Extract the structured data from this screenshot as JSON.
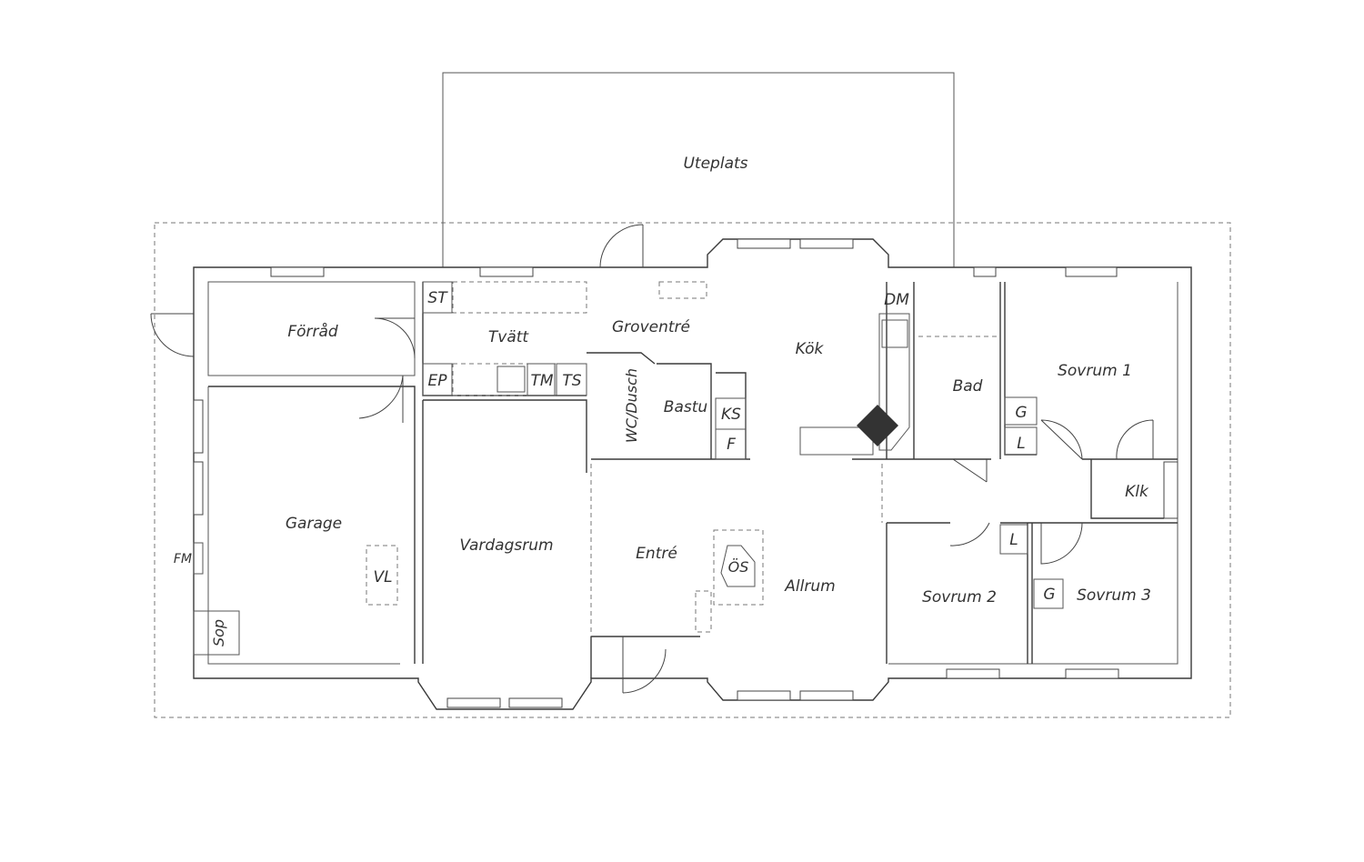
{
  "rooms": {
    "uteplats": "Uteplats",
    "forrad": "Förråd",
    "tvatt": "Tvätt",
    "groventre": "Groventré",
    "kok": "Kök",
    "bad": "Bad",
    "sovrum1": "Sovrum 1",
    "garage": "Garage",
    "vardagsrum": "Vardagsrum",
    "wc_dusch": "WC/Dusch",
    "bastu": "Bastu",
    "entre": "Entré",
    "allrum": "Allrum",
    "sovrum2": "Sovrum 2",
    "sovrum3": "Sovrum 3",
    "klk": "Klk"
  },
  "fixtures": {
    "st": "ST",
    "ep": "EP",
    "tm": "TM",
    "ts": "TS",
    "dm": "DM",
    "ks": "KS",
    "f": "F",
    "g1": "G",
    "l1": "L",
    "l2": "L",
    "g2": "G",
    "vl": "VL",
    "fm": "FM",
    "sop": "Sop",
    "os": "ÖS"
  }
}
